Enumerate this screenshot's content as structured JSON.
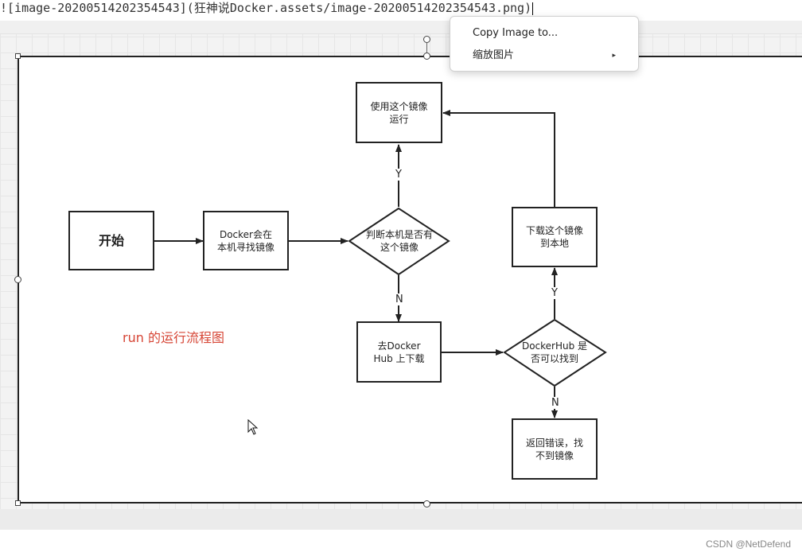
{
  "editor": {
    "markdown_line": "![image-20200514202354543](狂神说Docker.assets/image-20200514202354543.png)"
  },
  "context_menu": {
    "items": [
      {
        "label": "Copy Image to...",
        "has_submenu": false
      },
      {
        "label": "缩放图片",
        "has_submenu": true
      }
    ],
    "submenu_arrow": "▸"
  },
  "flowchart": {
    "caption": "run 的运行流程图",
    "nodes": {
      "start": "开始",
      "search_local": [
        "Docker会在",
        "本机寻找镜像"
      ],
      "check_local": [
        "判断本机是否有",
        "这个镜像"
      ],
      "run_image": [
        "使用这个镜像",
        "运行"
      ],
      "pull_hub": [
        "去Docker",
        "Hub 上下载"
      ],
      "check_hub": [
        "DockerHub 是",
        "否可以找到"
      ],
      "download_local": [
        "下载这个镜像",
        "到本地"
      ],
      "error": [
        "返回错误，找",
        "不到镜像"
      ]
    },
    "edge_labels": {
      "local_yes": "Y",
      "local_no": "N",
      "hub_yes": "Y",
      "hub_no": "N"
    }
  },
  "watermark": "CSDN @NetDefend"
}
